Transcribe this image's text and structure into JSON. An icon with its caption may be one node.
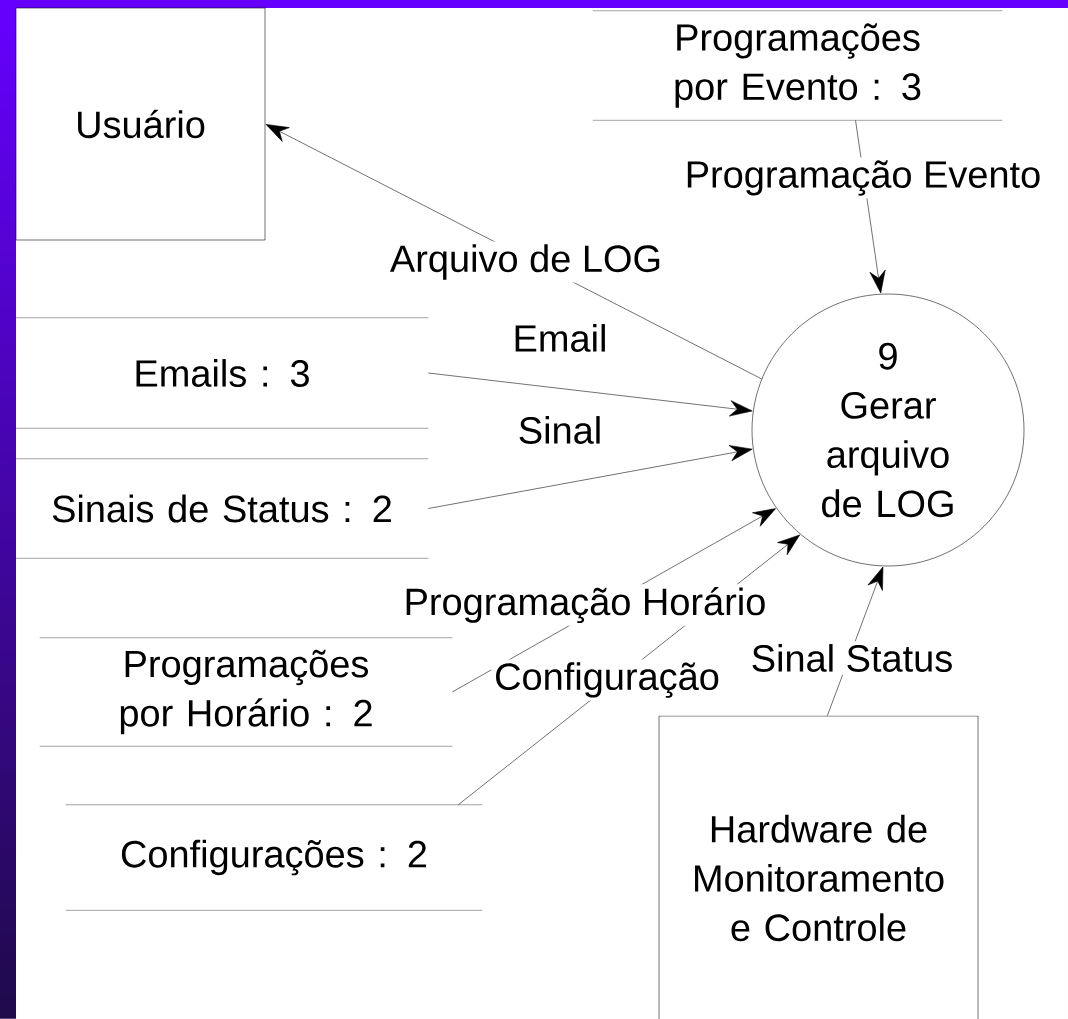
{
  "diagram": {
    "nodes": [
      {
        "text": [
          "Usuário"
        ]
      },
      {
        "text": [
          "Programações por Evento : 3"
        ]
      },
      {
        "text": [
          "9",
          "Gerar arquivo de LOG"
        ]
      },
      {
        "text": [
          "Emails : 3"
        ]
      },
      {
        "text": [
          "Sinais de Status : 2"
        ]
      },
      {
        "text": [
          "Programações por Horário : 2"
        ]
      },
      {
        "text": [
          "Configurações : 2"
        ]
      },
      {
        "text": [
          "Hardware de Monitoramento e Controle"
        ]
      }
    ],
    "edges": [
      {
        "from": 2,
        "to": 0,
        "arrow": "to",
        "label": "Arquivo de LOG"
      },
      {
        "from": 1,
        "to": 2,
        "arrow": "to",
        "label": "Programação Evento"
      },
      {
        "from": 3,
        "to": 2,
        "arrow": "to",
        "label": "Email"
      },
      {
        "from": 4,
        "to": 2,
        "arrow": "to",
        "label": "Sinal"
      },
      {
        "from": 5,
        "to": 2,
        "arrow": "to",
        "label": "Programação Horário"
      },
      {
        "from": 6,
        "to": 2,
        "arrow": "to",
        "label": "Configuração"
      },
      {
        "from": 7,
        "to": 2,
        "arrow": "to",
        "label": "Sinal Status"
      }
    ]
  }
}
